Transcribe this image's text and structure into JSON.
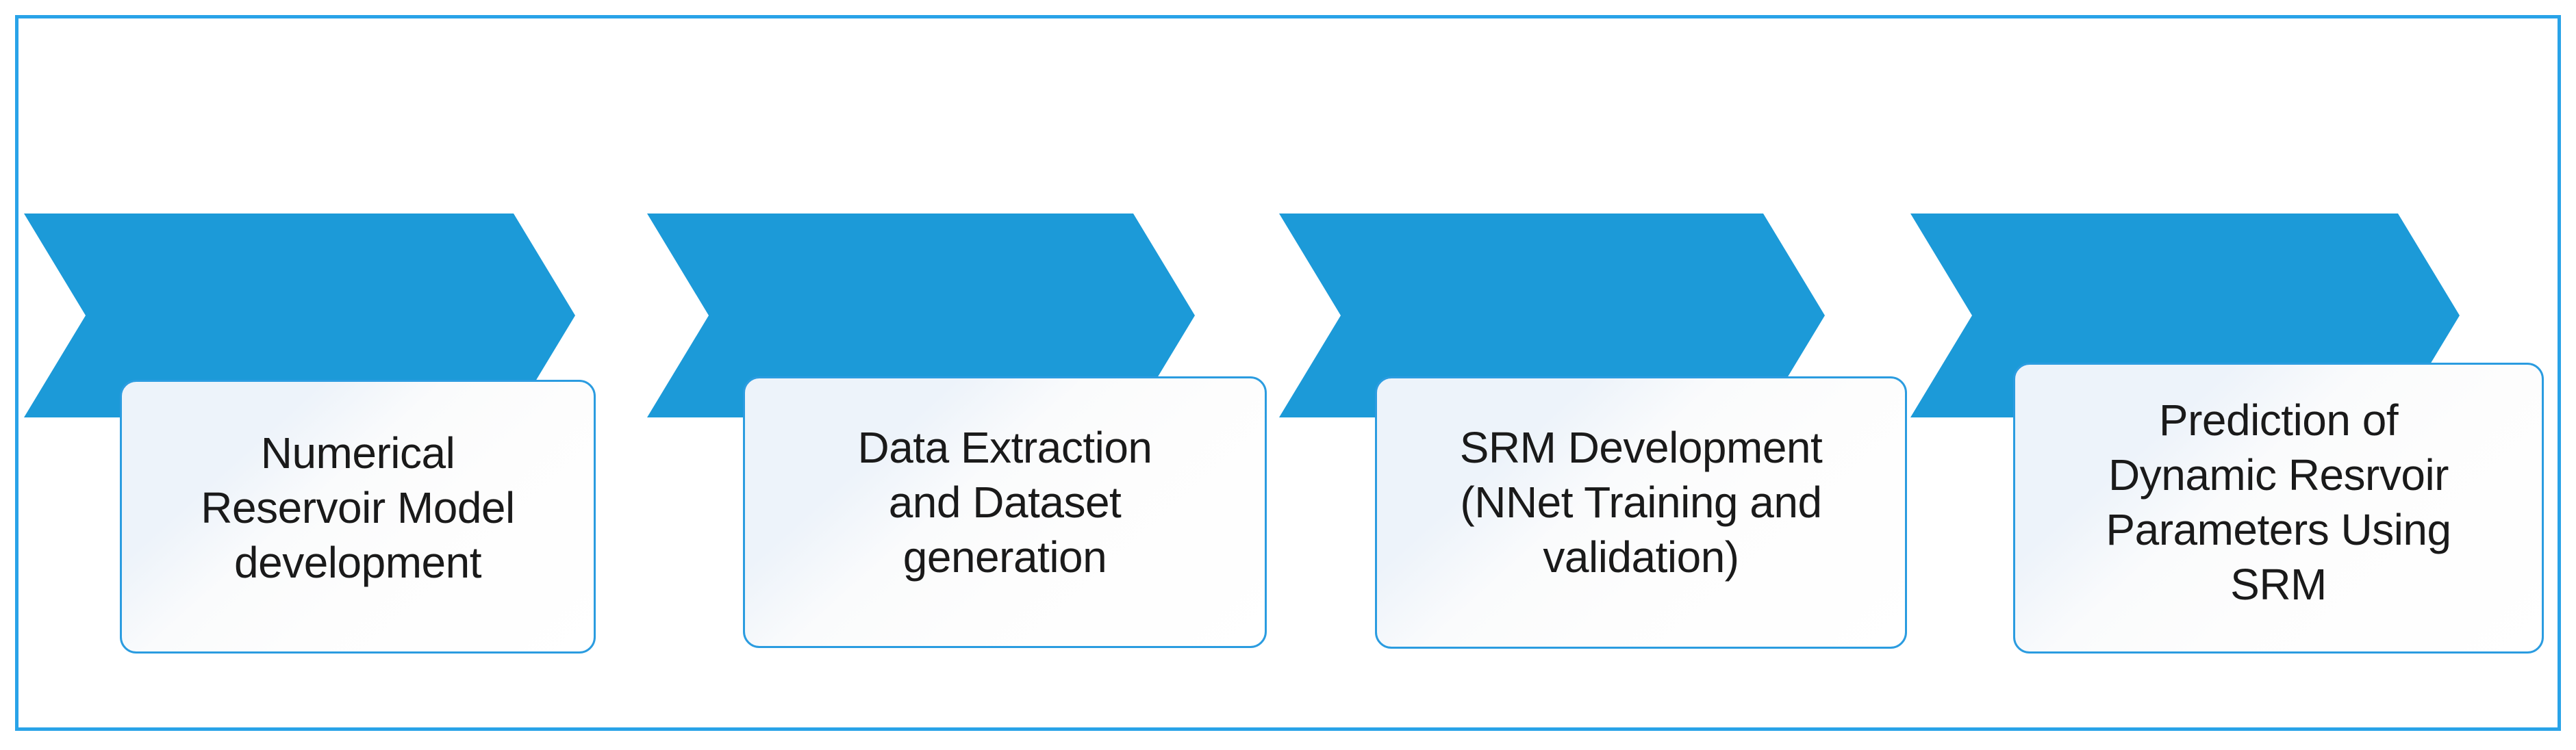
{
  "figure": {
    "type": "process-flow-chevron-diagram",
    "orientation": "left-to-right",
    "step_count": 4,
    "frame_border_color": "#29A3E8",
    "chevron_color": "#1C9AD8",
    "card_border_color": "#2B9CE0",
    "card_background_color": "#FFFFFF",
    "text_color": "#1A1A1A"
  },
  "steps": [
    {
      "index": 1,
      "chevron_name": "chevron-step-1",
      "label": "Numerical\nReservoir  Model\ndevelopment",
      "lines": [
        "Numerical",
        "Reservoir  Model",
        "development"
      ]
    },
    {
      "index": 2,
      "chevron_name": "chevron-step-2",
      "label": "Data Extraction\nand Dataset\ngeneration",
      "lines": [
        "Data Extraction",
        "and Dataset",
        "generation"
      ]
    },
    {
      "index": 3,
      "chevron_name": "chevron-step-3",
      "label": "SRM Development\n(NNet Training and\nvalidation)",
      "lines": [
        "SRM Development",
        "(NNet Training and",
        "validation)"
      ]
    },
    {
      "index": 4,
      "chevron_name": "chevron-step-4",
      "label": "Prediction of\nDynamic Resrvoir\nParameters Using\nSRM",
      "lines": [
        "Prediction of",
        "Dynamic Resrvoir",
        "Parameters Using",
        "SRM"
      ]
    }
  ]
}
